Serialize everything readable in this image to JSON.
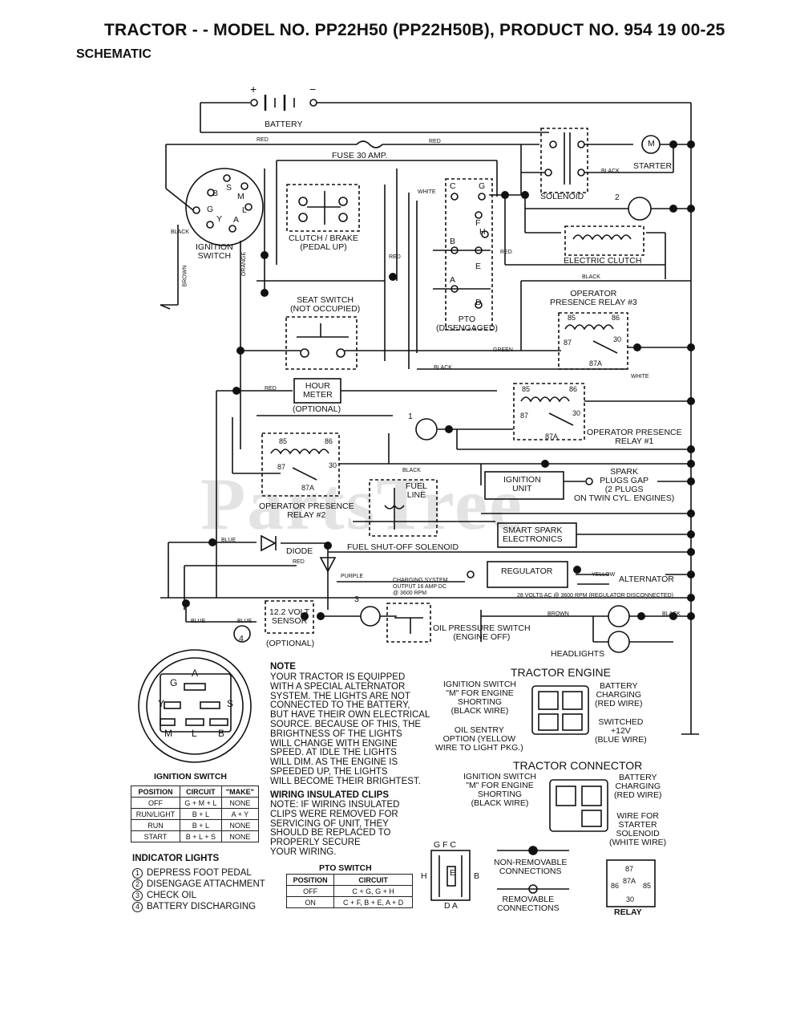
{
  "header": {
    "title": "TRACTOR - - MODEL NO. PP22H50 (PP22H50B), PRODUCT NO. 954 19 00-25",
    "subtitle": "SCHEMATIC"
  },
  "watermark": "PartsTree",
  "components": {
    "battery": "BATTERY",
    "battery_plus": "+",
    "battery_minus": "−",
    "fuse": "FUSE 30 AMP.",
    "solenoid": "SOLENOID",
    "starter": "STARTER",
    "starter_m": "M",
    "ignition_switch": "IGNITION\nSWITCH",
    "ign_terminals": [
      "B",
      "S",
      "M",
      "G",
      "L",
      "A",
      "Y"
    ],
    "clutch_brake": "CLUTCH / BRAKE\n(PEDAL UP)",
    "pto_letters": [
      "C",
      "G",
      "F",
      "H",
      "E",
      "B",
      "A",
      "D"
    ],
    "pto": "PTO\n(DISENGAGED)",
    "electric_clutch": "ELECTRIC CLUTCH",
    "seat_switch": "SEAT SWITCH\n(NOT OCCUPIED)",
    "opr3": "OPERATOR\nPRESENCE RELAY #3",
    "hour_meter": "HOUR\nMETER",
    "hour_meter_opt": "(OPTIONAL)",
    "opr1": "OPERATOR PRESENCE\nRELAY #1",
    "opr2": "OPERATOR PRESENCE\nRELAY #2",
    "relay_pins": [
      "85",
      "86",
      "87",
      "30",
      "87A"
    ],
    "ignition_unit": "IGNITION\nUNIT",
    "spark_plugs": "SPARK\nPLUGS GAP\n(2 PLUGS\nON TWIN CYL. ENGINES)",
    "fuel_line": "FUEL\nLINE",
    "smart_spark": "SMART SPARK\nELECTRONICS",
    "diode": "DIODE",
    "fuel_shutoff": "FUEL SHUT-OFF SOLENOID",
    "regulator": "REGULATOR",
    "alternator": "ALTERNATOR",
    "charging_output": "CHARGING SYSTEM\nOUTPUT 16 AMP DC\n@ 3600 RPM",
    "volts_ac": "28 VOLTS AC @ 3600 RPM (REGULATOR DISCONNECTED)",
    "volt_sensor": "12.2 VOLT\nSENSOR",
    "volt_sensor_opt": "(OPTIONAL)",
    "oil_pressure": "OIL PRESSURE SWITCH\n(ENGINE OFF)",
    "headlights": "HEADLIGHTS",
    "circle_nums": [
      "1",
      "2",
      "3",
      "4"
    ]
  },
  "wire_colors": {
    "red": "RED",
    "white": "WHITE",
    "black": "BLACK",
    "orange": "ORANGE",
    "brown": "BROWN",
    "green": "GREEN",
    "blue": "BLUE",
    "purple": "PURPLE",
    "yellow": "YELLOW"
  },
  "note": {
    "heading": "NOTE",
    "text": "YOUR TRACTOR IS EQUIPPED\nWITH A SPECIAL ALTERNATOR\nSYSTEM. THE LIGHTS ARE NOT\nCONNECTED TO THE BATTERY,\nBUT HAVE THEIR OWN ELECTRICAL\nSOURCE. BECAUSE OF THIS, THE\nBRIGHTNESS OF THE LIGHTS\nWILL CHANGE WITH ENGINE\nSPEED. AT IDLE THE LIGHTS\nWILL DIM. AS THE ENGINE IS\nSPEEDED UP, THE LIGHTS\nWILL BECOME THEIR BRIGHTEST.",
    "clips_heading": "WIRING INSULATED CLIPS",
    "clips_text": "NOTE: IF WIRING INSULATED\nCLIPS WERE REMOVED FOR\nSERVICING OF UNIT, THEY\nSHOULD BE REPLACED TO\nPROPERLY SECURE\nYOUR WIRING."
  },
  "ignition_switch_table": {
    "title": "IGNITION SWITCH",
    "headers": [
      "POSITION",
      "CIRCUIT",
      "\"MAKE\""
    ],
    "rows": [
      [
        "OFF",
        "G + M + L",
        "NONE"
      ],
      [
        "RUN/LIGHT",
        "B + L",
        "A + Y"
      ],
      [
        "RUN",
        "B + L",
        "NONE"
      ],
      [
        "START",
        "B + L + S",
        "NONE"
      ]
    ]
  },
  "ign_switch_face_letters": [
    "A",
    "G",
    "Y",
    "S",
    "M",
    "L",
    "B"
  ],
  "indicator_lights": {
    "title": "INDICATOR LIGHTS",
    "items": [
      {
        "num": "1",
        "text": "DEPRESS FOOT PEDAL"
      },
      {
        "num": "2",
        "text": "DISENGAGE ATTACHMENT"
      },
      {
        "num": "3",
        "text": "CHECK OIL"
      },
      {
        "num": "4",
        "text": "BATTERY DISCHARGING"
      }
    ]
  },
  "pto_switch_table": {
    "title": "PTO SWITCH",
    "headers": [
      "POSITION",
      "CIRCUIT"
    ],
    "rows": [
      [
        "OFF",
        "C + G, G + H"
      ],
      [
        "ON",
        "C + F, B + E, A + D"
      ]
    ]
  },
  "pto_diagram_letters": {
    "top": "G F C",
    "left": "H",
    "right": "B",
    "center": "E",
    "bottom": "D A"
  },
  "tractor_engine": {
    "title": "TRACTOR ENGINE",
    "left1": "IGNITION SWITCH\n\"M\" FOR ENGINE\nSHORTING\n(BLACK WIRE)",
    "right1": "BATTERY\nCHARGING\n(RED WIRE)",
    "left2": "OIL SENTRY\nOPTION (YELLOW\nWIRE TO LIGHT PKG.)",
    "right2": "SWITCHED\n+12V\n(BLUE WIRE)"
  },
  "tractor_connector": {
    "title": "TRACTOR CONNECTOR",
    "left": "IGNITION SWITCH\n\"M\" FOR ENGINE\nSHORTING\n(BLACK WIRE)",
    "right1": "BATTERY\nCHARGING\n(RED WIRE)",
    "right2": "WIRE FOR\nSTARTER\nSOLENOID\n(WHITE WIRE)"
  },
  "legend": {
    "non_removable": "NON-REMOVABLE\nCONNECTIONS",
    "removable": "REMOVABLE\nCONNECTIONS",
    "relay": "RELAY",
    "relay_pins": [
      "87",
      "87A",
      "86",
      "85",
      "30"
    ]
  }
}
